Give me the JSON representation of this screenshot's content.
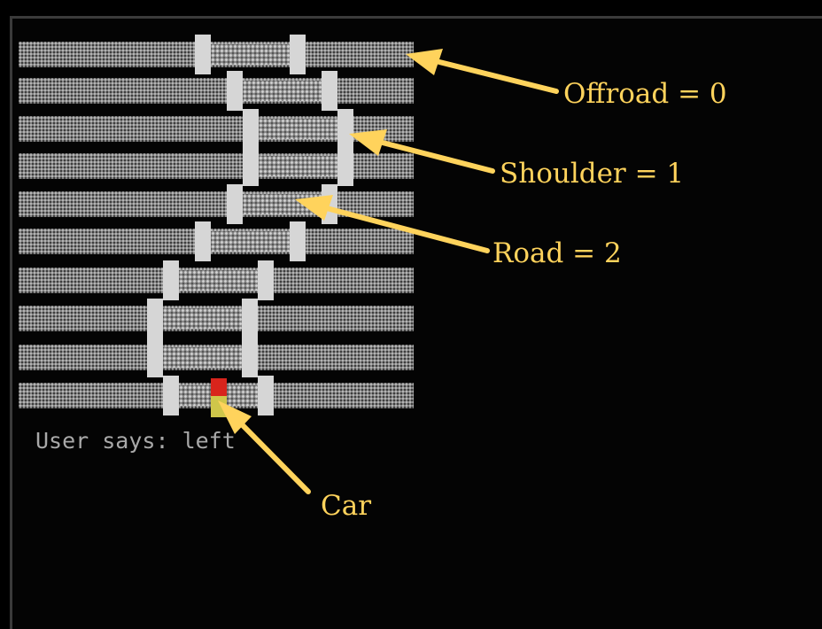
{
  "terminal": {
    "status_line": "User says: left"
  },
  "annotations": [
    {
      "id": "offroad",
      "label": "Offroad = 0"
    },
    {
      "id": "shoulder",
      "label": "Shoulder = 1"
    },
    {
      "id": "road",
      "label": "Road = 2"
    },
    {
      "id": "car",
      "label": "Car"
    }
  ],
  "track_legend": {
    "offroad_value": 0,
    "shoulder_value": 1,
    "road_value": 2
  },
  "colors": {
    "background": "#000000",
    "annotation": "#ffd35c",
    "shoulder": "#d6d6d6",
    "car_front": "#d8241c",
    "car_rear": "#cfc64a",
    "terminal_text": "#a9a9a9"
  }
}
